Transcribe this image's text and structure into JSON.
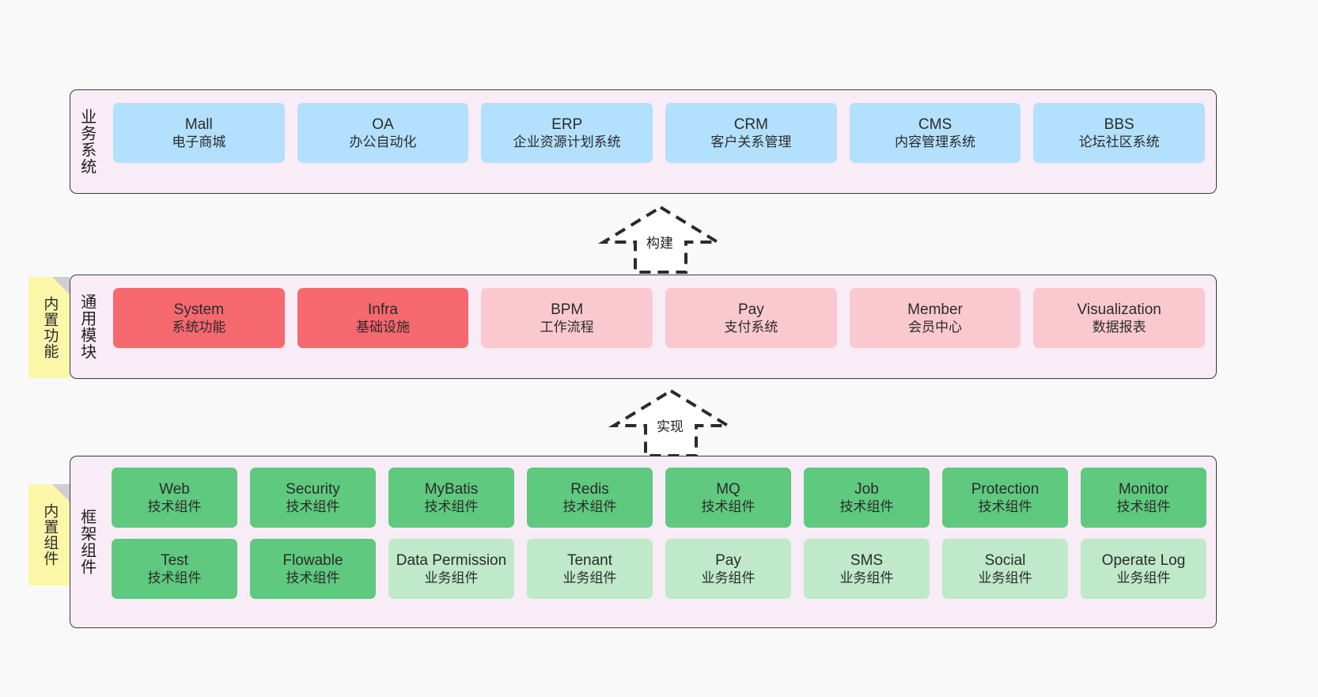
{
  "diagram": {
    "title_hidden": "",
    "colors": {
      "canvas_bg": "#f9f9f9",
      "layer_bg": "#f8ecf6",
      "layer_border": "#3b3b3b",
      "blue": "#b3e0fc",
      "red": "#f5696f",
      "pink": "#fac9cf",
      "green": "#5fc97f",
      "green_light": "#bfe9c9",
      "note_yellow": "#fbf6a8",
      "note_fold": "#cfcfcf"
    }
  },
  "layers": {
    "business": {
      "title": "业务系统",
      "cards": [
        {
          "name": "Mall",
          "desc": "电子商城"
        },
        {
          "name": "OA",
          "desc": "办公自动化"
        },
        {
          "name": "ERP",
          "desc": "企业资源计划系统"
        },
        {
          "name": "CRM",
          "desc": "客户关系管理"
        },
        {
          "name": "CMS",
          "desc": "内容管理系统"
        },
        {
          "name": "BBS",
          "desc": "论坛社区系统"
        }
      ]
    },
    "modules": {
      "title": "通用模块",
      "note": "内置功能",
      "cards": [
        {
          "name": "System",
          "desc": "系统功能",
          "tone": "red"
        },
        {
          "name": "Infra",
          "desc": "基础设施",
          "tone": "red"
        },
        {
          "name": "BPM",
          "desc": "工作流程",
          "tone": "pink"
        },
        {
          "name": "Pay",
          "desc": "支付系统",
          "tone": "pink"
        },
        {
          "name": "Member",
          "desc": "会员中心",
          "tone": "pink"
        },
        {
          "name": "Visualization",
          "desc": "数据报表",
          "tone": "pink"
        }
      ]
    },
    "framework": {
      "title": "框架组件",
      "note": "内置组件",
      "row1": [
        {
          "name": "Web",
          "desc": "技术组件",
          "tone": "green"
        },
        {
          "name": "Security",
          "desc": "技术组件",
          "tone": "green"
        },
        {
          "name": "MyBatis",
          "desc": "技术组件",
          "tone": "green"
        },
        {
          "name": "Redis",
          "desc": "技术组件",
          "tone": "green"
        },
        {
          "name": "MQ",
          "desc": "技术组件",
          "tone": "green"
        },
        {
          "name": "Job",
          "desc": "技术组件",
          "tone": "green"
        },
        {
          "name": "Protection",
          "desc": "技术组件",
          "tone": "green"
        },
        {
          "name": "Monitor",
          "desc": "技术组件",
          "tone": "green"
        }
      ],
      "row2": [
        {
          "name": "Test",
          "desc": "技术组件",
          "tone": "green"
        },
        {
          "name": "Flowable",
          "desc": "技术组件",
          "tone": "green"
        },
        {
          "name": "Data Permission",
          "desc": "业务组件",
          "tone": "green_light"
        },
        {
          "name": "Tenant",
          "desc": "业务组件",
          "tone": "green_light"
        },
        {
          "name": "Pay",
          "desc": "业务组件",
          "tone": "green_light"
        },
        {
          "name": "SMS",
          "desc": "业务组件",
          "tone": "green_light"
        },
        {
          "name": "Social",
          "desc": "业务组件",
          "tone": "green_light"
        },
        {
          "name": "Operate Log",
          "desc": "业务组件",
          "tone": "green_light"
        }
      ]
    }
  },
  "arrows": [
    {
      "id": "build",
      "label": "构建",
      "direction": "up"
    },
    {
      "id": "implement",
      "label": "实现",
      "direction": "up"
    }
  ]
}
